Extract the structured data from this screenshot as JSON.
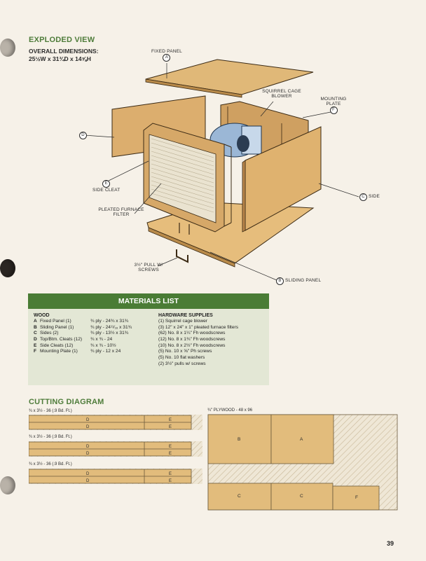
{
  "headings": {
    "exploded": "EXPLODED VIEW",
    "cutting": "CUTTING DIAGRAM"
  },
  "dimensions": {
    "label": "OVERALL DIMENSIONS:",
    "value": "25½W x 31¾D x 14⅝H"
  },
  "callouts": {
    "fixed_panel": "FIXED PANEL",
    "squirrel": "SQUIRREL CAGE BLOWER",
    "mounting_plate": "MOUNTING PLATE",
    "side_cleat": "SIDE CLEAT",
    "pleated_filter": "PLEATED FURNACE FILTER",
    "side": "SIDE",
    "pull": "3½\" PULL w/ SCREWS",
    "sliding_panel": "SLIDING PANEL",
    "letters": {
      "a": "A",
      "b": "B",
      "c": "C",
      "d": "D",
      "e": "E",
      "f": "F"
    }
  },
  "materials": {
    "title": "MATERIALS LIST",
    "wood_header": "WOOD",
    "hardware_header": "HARDWARE SUPPLIES",
    "wood": [
      {
        "key": "A",
        "name": "Fixed Panel (1)",
        "size": "¾ ply - 24¾ x 31¾"
      },
      {
        "key": "B",
        "name": "Sliding Panel (1)",
        "size": "¾ ply - 24¹¹⁄₁₆ x 31¾"
      },
      {
        "key": "C",
        "name": "Sides (2)",
        "size": "¾ ply - 13½ x 31¾"
      },
      {
        "key": "D",
        "name": "Top/Btm. Cleats (12)",
        "size": "¾ x ¾ - 24"
      },
      {
        "key": "E",
        "name": "Side Cleats (12)",
        "size": "¾ x ¾ - 10½"
      },
      {
        "key": "F",
        "name": "Mounting Plate (1)",
        "size": "¾ ply - 12 x 24"
      }
    ],
    "hardware": [
      "(1) Squirrel cage blower",
      "(3) 12\" x 24\" x 1\" pleated furnace filters",
      "(62) No. 8 x 1¼\" Fh woodscrews",
      "(12) No. 8 x 1¾\" Fh woodscrews",
      "(10) No. 8 x 2½\" Fh woodscrews",
      "(5) No. 10 x ⅝\" Ph screws",
      "(5) No. 10 flat washers",
      "(2) 3½\" pulls w/ screws"
    ]
  },
  "cutting": {
    "stock_labels": [
      "¾ x 3½ - 36 (.9 Bd. Ft.)",
      "¾ x 3½ - 36 (.9 Bd. Ft.)",
      "¾ x 3½ - 36 (.9 Bd. Ft.)"
    ],
    "plywood_label": "¾\" PLYWOOD - 48 x 96"
  },
  "page_number": "39"
}
